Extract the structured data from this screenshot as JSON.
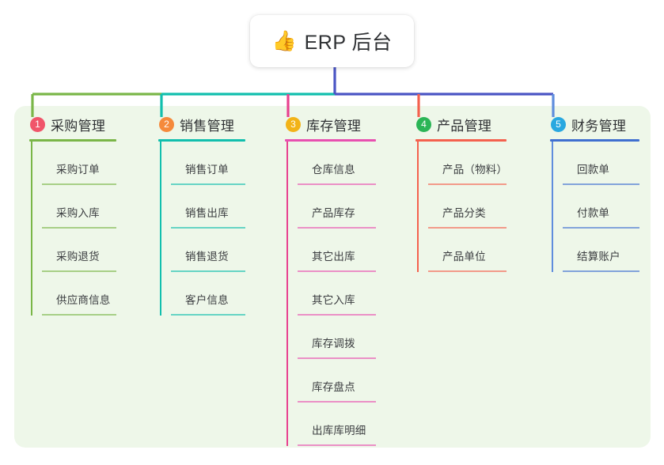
{
  "diagram": {
    "type": "mindmap",
    "root": {
      "icon": "thumbs-up-icon",
      "icon_glyph": "👍",
      "title": "ERP 后台"
    },
    "panel_background": "#eef7e9",
    "root_stem_color": "#4a55c4",
    "branches": [
      {
        "number": "1",
        "title": "采购管理",
        "badge_color": "#f0556a",
        "rule_color": "#7ab648",
        "stem_color": "#7ab648",
        "connector_color": "#7ab648",
        "items": [
          "采购订单",
          "采购入库",
          "采购退货",
          "供应商信息"
        ]
      },
      {
        "number": "2",
        "title": "销售管理",
        "badge_color": "#f58a3c",
        "rule_color": "#11bfad",
        "stem_color": "#11bfad",
        "connector_color": "#11bfad",
        "items": [
          "销售订单",
          "销售出库",
          "销售退货",
          "客户信息"
        ]
      },
      {
        "number": "3",
        "title": "库存管理",
        "badge_color": "#f2b318",
        "rule_color": "#e850b0",
        "stem_color": "#e8418f",
        "connector_color": "#4a55c4",
        "items": [
          "仓库信息",
          "产品库存",
          "其它出库",
          "其它入库",
          "库存调拨",
          "库存盘点",
          "出库库明细"
        ]
      },
      {
        "number": "4",
        "title": "产品管理",
        "badge_color": "#2bb556",
        "rule_color": "#f4614e",
        "stem_color": "#f4614e",
        "connector_color": "#4a55c4",
        "items": [
          "产品（物料）",
          "产品分类",
          "产品单位"
        ]
      },
      {
        "number": "5",
        "title": "财务管理",
        "badge_color": "#29a8e0",
        "rule_color": "#3f6fd0",
        "stem_color": "#5f8ddd",
        "connector_color": "#4a55c4",
        "items": [
          "回款单",
          "付款单",
          "结算账户"
        ]
      }
    ]
  }
}
